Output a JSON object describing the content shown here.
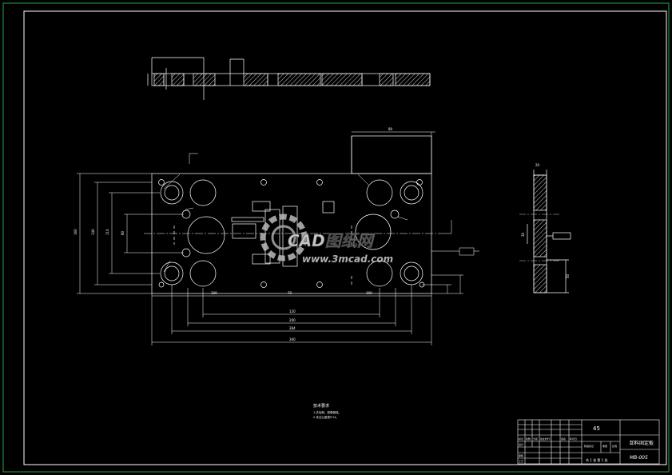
{
  "title_block": {
    "material": "45",
    "part_name": "卸料固定板",
    "drawing_number": "MB-005",
    "scale_row": "共 1 张  第 1 张",
    "field_labels": [
      "标记",
      "处数",
      "分区",
      "更改文件号",
      "签名",
      "年月日"
    ],
    "role_labels": [
      "设计",
      "审核",
      "工艺"
    ],
    "stage_label": "阶段标记",
    "weight_label": "重量",
    "ratio_label": "比例"
  },
  "notes": {
    "heading": "技术要求",
    "lines": [
      "1.去毛刺，锐角倒钝。",
      "2.未注公差按IT14。"
    ]
  },
  "dimensions": {
    "overall_length": "340",
    "overall_width": "160",
    "hole_spacing_x": "284",
    "inner_spacing_x": "200",
    "center_span": "120",
    "left_offset": "100",
    "right_offset": "100",
    "middle_span": "70",
    "top_extent": "80",
    "width_outer": "140",
    "width_mid": "110",
    "width_inner": "80",
    "side_height": "50",
    "thickness": "20",
    "slot_width": "30"
  },
  "watermark": {
    "brand": "CAD图纸网",
    "url": "www.3mcad.com"
  },
  "colors": {
    "background": "#000000",
    "border": "#22aa44",
    "lines": "#ffffff",
    "hatch": "#ffffff"
  }
}
